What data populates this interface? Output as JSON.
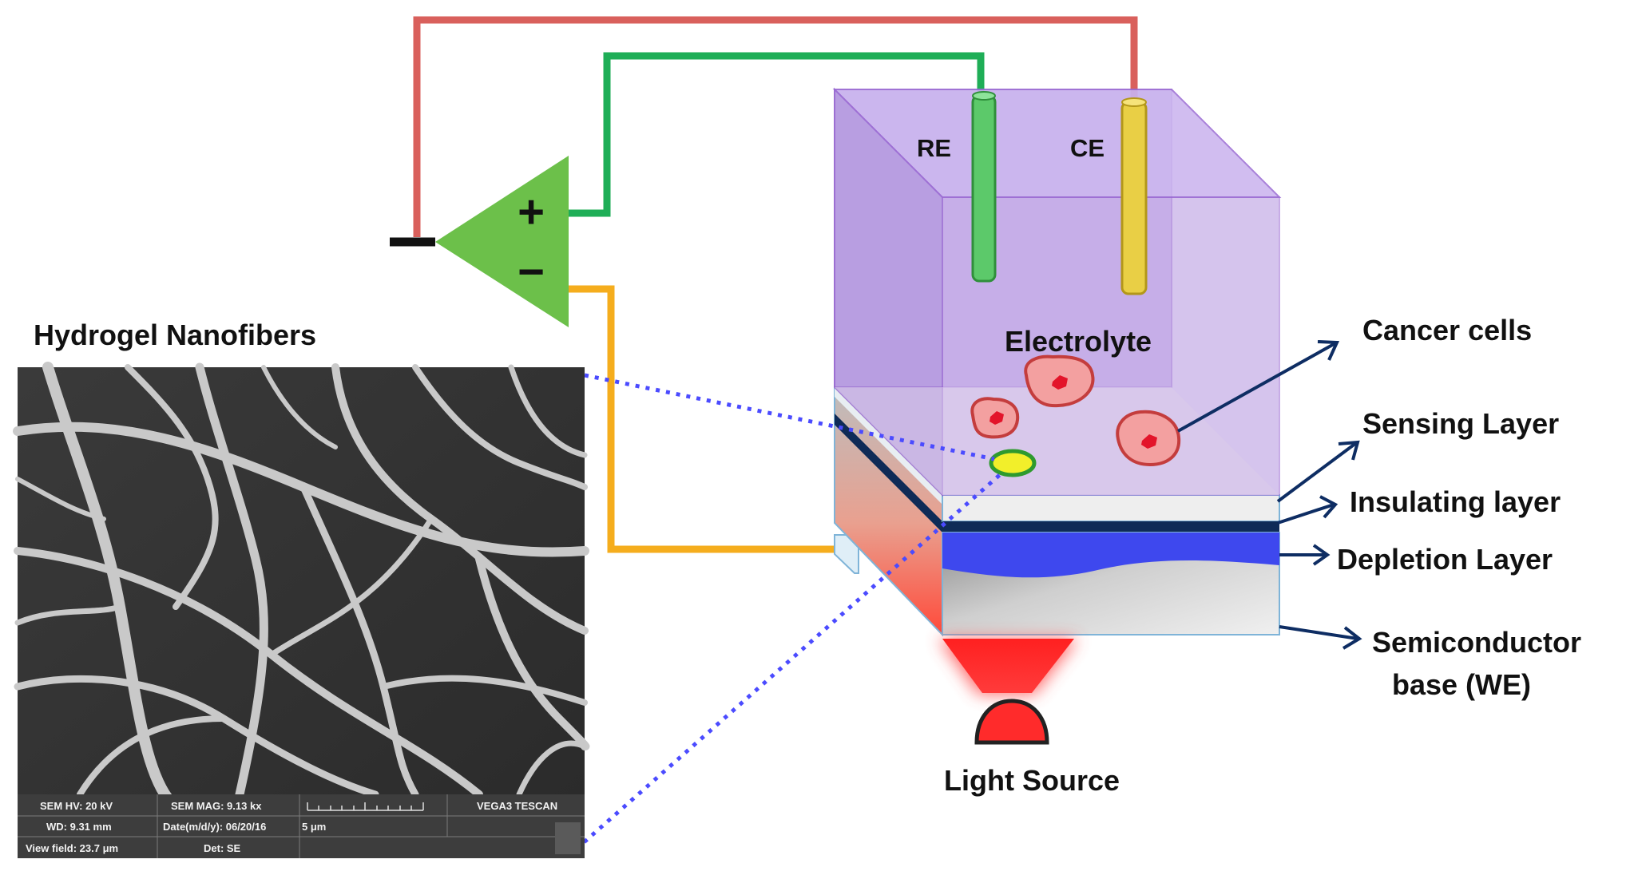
{
  "labels": {
    "hydrogel_title": "Hydrogel Nanofibers",
    "re": "RE",
    "ce": "CE",
    "electrolyte": "Electrolyte",
    "cancer_cells": "Cancer cells",
    "sensing_layer": "Sensing Layer",
    "insulating_layer": "Insulating layer",
    "depletion_layer": "Depletion Layer",
    "semiconductor_line1": "Semiconductor",
    "semiconductor_line2": "base (WE)",
    "light_source": "Light Source",
    "plus": "+",
    "minus": "−"
  },
  "sem_info": {
    "hv": "SEM HV: 20 kV",
    "mag": "SEM MAG: 9.13 kx",
    "brand": "VEGA3 TESCAN",
    "wd": "WD: 9.31 mm",
    "date": "Date(m/d/y): 06/20/16",
    "scale": "5 μm",
    "view_field": "View field: 23.7 μm",
    "det": "Det: SE"
  },
  "colors": {
    "wire_red": "#d9605c",
    "wire_green": "#1fae57",
    "wire_orange": "#f5ad1d",
    "opamp": "#6cc04a",
    "electrolyte": "#b494e0",
    "re_electrode": "#5cc96a",
    "ce_electrode": "#e9cf45",
    "insulating": "#0f2b57",
    "depletion": "#3e48ee",
    "cell_fill": "#f3a0a0",
    "cell_nucleus": "#e3142a",
    "arrow": "#0e2d63",
    "dotted": "#4b4bff",
    "light": "#ff2b2b"
  }
}
